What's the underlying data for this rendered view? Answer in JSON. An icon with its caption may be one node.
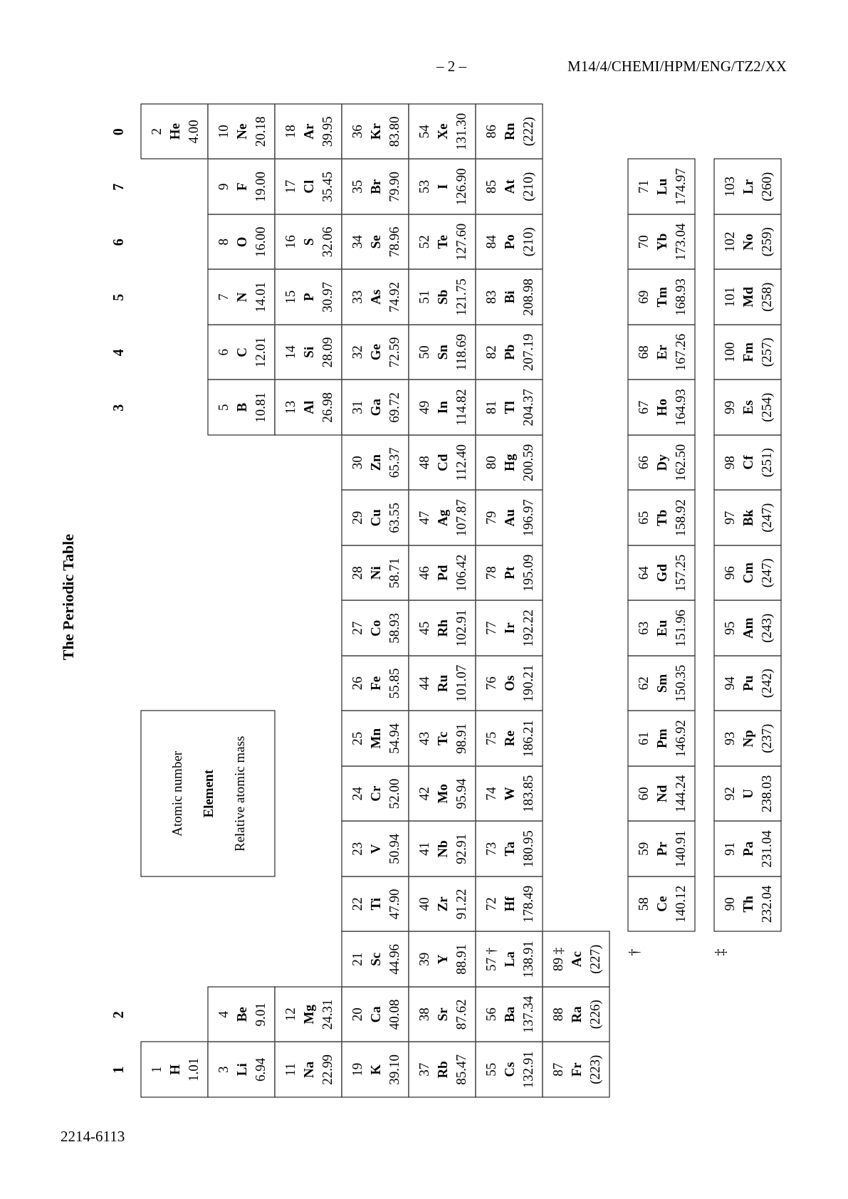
{
  "diagram": {
    "title": "The Periodic Table",
    "nodes": [
      {
        "text": [
          "1",
          "H",
          "1.01"
        ]
      },
      {
        "text": [
          "Atomic number",
          "Element",
          "Relative atomic mass"
        ]
      },
      {
        "text": [
          "2",
          "He",
          "4.00"
        ]
      },
      {
        "text": [
          "3",
          "Li",
          "6.94"
        ]
      },
      {
        "text": [
          "4",
          "Be",
          "9.01"
        ]
      },
      {
        "text": [
          "5",
          "B",
          "10.81"
        ]
      },
      {
        "text": [
          "6",
          "C",
          "12.01"
        ]
      },
      {
        "text": [
          "7",
          "N",
          "14.01"
        ]
      },
      {
        "text": [
          "8",
          "O",
          "16.00"
        ]
      },
      {
        "text": [
          "9",
          "F",
          "19.00"
        ]
      },
      {
        "text": [
          "10",
          "Ne",
          "20.18"
        ]
      },
      {
        "text": [
          "11",
          "Na",
          "22.99"
        ]
      },
      {
        "text": [
          "12",
          "Mg",
          "24.31"
        ]
      },
      {
        "text": [
          "13",
          "Al",
          "26.98"
        ]
      },
      {
        "text": [
          "14",
          "Si",
          "28.09"
        ]
      },
      {
        "text": [
          "15",
          "P",
          "30.97"
        ]
      },
      {
        "text": [
          "16",
          "S",
          "32.06"
        ]
      },
      {
        "text": [
          "17",
          "Cl",
          "35.45"
        ]
      },
      {
        "text": [
          "18",
          "Ar",
          "39.95"
        ]
      },
      {
        "text": [
          "19",
          "K",
          "39.10"
        ]
      },
      {
        "text": [
          "20",
          "Ca",
          "40.08"
        ]
      },
      {
        "text": [
          "21",
          "Sc",
          "44.96"
        ]
      },
      {
        "text": [
          "22",
          "Ti",
          "47.90"
        ]
      },
      {
        "text": [
          "23",
          "V",
          "50.94"
        ]
      },
      {
        "text": [
          "24",
          "Cr",
          "52.00"
        ]
      },
      {
        "text": [
          "25",
          "Mn",
          "54.94"
        ]
      },
      {
        "text": [
          "26",
          "Fe",
          "55.85"
        ]
      },
      {
        "text": [
          "27",
          "Co",
          "58.93"
        ]
      },
      {
        "text": [
          "28",
          "Ni",
          "58.71"
        ]
      },
      {
        "text": [
          "29",
          "Cu",
          "63.55"
        ]
      },
      {
        "text": [
          "30",
          "Zn",
          "65.37"
        ]
      },
      {
        "text": [
          "31",
          "Ga",
          "69.72"
        ]
      },
      {
        "text": [
          "32",
          "Ge",
          "72.59"
        ]
      },
      {
        "text": [
          "33",
          "As",
          "74.92"
        ]
      },
      {
        "text": [
          "34",
          "Se",
          "78.96"
        ]
      },
      {
        "text": [
          "35",
          "Br",
          "79.90"
        ]
      },
      {
        "text": [
          "36",
          "Kr",
          "83.80"
        ]
      },
      {
        "text": [
          "37",
          "Rb",
          "85.47"
        ]
      },
      {
        "text": [
          "38",
          "Sr",
          "87.62"
        ]
      },
      {
        "text": [
          "39",
          "Y",
          "88.91"
        ]
      },
      {
        "text": [
          "40",
          "Zr",
          "91.22"
        ]
      },
      {
        "text": [
          "41",
          "Nb",
          "92.91"
        ]
      },
      {
        "text": [
          "42",
          "Mo",
          "95.94"
        ]
      },
      {
        "text": [
          "43",
          "Tc",
          "98.91"
        ]
      },
      {
        "text": [
          "44",
          "Ru",
          "101.07"
        ]
      },
      {
        "text": [
          "45",
          "Rh",
          "102.91"
        ]
      },
      {
        "text": [
          "46",
          "Pd",
          "106.42"
        ]
      },
      {
        "text": [
          "47",
          "Ag",
          "107.87"
        ]
      },
      {
        "text": [
          "48",
          "Cd",
          "112.40"
        ]
      },
      {
        "text": [
          "49",
          "In",
          "114.82"
        ]
      },
      {
        "text": [
          "50",
          "Sn",
          "118.69"
        ]
      },
      {
        "text": [
          "51",
          "Sb",
          "121.75"
        ]
      },
      {
        "text": [
          "52",
          "Te",
          "127.60"
        ]
      },
      {
        "text": [
          "53",
          "I",
          "126.90"
        ]
      },
      {
        "text": [
          "54",
          "Xe",
          "131.30"
        ]
      },
      {
        "text": [
          "55",
          "Cs",
          "132.91"
        ]
      },
      {
        "text": [
          "56",
          "Ba",
          "137.34"
        ]
      },
      {
        "text": [
          "57 †",
          "La",
          "138.91"
        ]
      },
      {
        "text": [
          "72",
          "Hf",
          "178.49"
        ]
      },
      {
        "text": [
          "73",
          "Ta",
          "180.95"
        ]
      },
      {
        "text": [
          "74",
          "W",
          "183.85"
        ]
      },
      {
        "text": [
          "75",
          "Re",
          "186.21"
        ]
      },
      {
        "text": [
          "76",
          "Os",
          "190.21"
        ]
      },
      {
        "text": [
          "77",
          "Ir",
          "192.22"
        ]
      },
      {
        "text": [
          "78",
          "Pt",
          "195.09"
        ]
      },
      {
        "text": [
          "79",
          "Au",
          "196.97"
        ]
      },
      {
        "text": [
          "80",
          "Hg",
          "200.59"
        ]
      },
      {
        "text": [
          "81",
          "Tl",
          "204.37"
        ]
      },
      {
        "text": [
          "82",
          "Pb",
          "207.19"
        ]
      },
      {
        "text": [
          "83",
          "Bi",
          "208.98"
        ]
      },
      {
        "text": [
          "84",
          "Po",
          "(210)"
        ]
      },
      {
        "text": [
          "85",
          "At",
          "(210)"
        ]
      },
      {
        "text": [
          "86",
          "Rn",
          "(222)"
        ]
      },
      {
        "text": [
          "87",
          "Fr",
          "(223)"
        ]
      },
      {
        "text": [
          "88",
          "Ra",
          "(226)"
        ]
      },
      {
        "text": [
          "89 ‡",
          "Ac",
          "(227)"
        ]
      },
      {
        "text": [
          "58",
          "Ce",
          "140.12"
        ]
      },
      {
        "text": [
          "59",
          "Pr",
          "140.91"
        ]
      },
      {
        "text": [
          "60",
          "Nd",
          "144.24"
        ]
      },
      {
        "text": [
          "61",
          "Pm",
          "146.92"
        ]
      },
      {
        "text": [
          "62",
          "Sm",
          "150.35"
        ]
      },
      {
        "text": [
          "63",
          "Eu",
          "151.96"
        ]
      },
      {
        "text": [
          "64",
          "Gd",
          "157.25"
        ]
      },
      {
        "text": [
          "65",
          "Tb",
          "158.92"
        ]
      },
      {
        "text": [
          "66",
          "Dy",
          "162.50"
        ]
      },
      {
        "text": [
          "67",
          "Ho",
          "164.93"
        ]
      },
      {
        "text": [
          "68",
          "Er",
          "167.26"
        ]
      },
      {
        "text": [
          "69",
          "Tm",
          "168.93"
        ]
      },
      {
        "text": [
          "70",
          "Yb",
          "173.04"
        ]
      },
      {
        "text": [
          "71",
          "Lu",
          "174.97"
        ]
      },
      {
        "text": [
          "90",
          "Th",
          "232.04"
        ]
      },
      {
        "text": [
          "91",
          "Pa",
          "231.04"
        ]
      },
      {
        "text": [
          "92",
          "U",
          "238.03"
        ]
      },
      {
        "text": [
          "93",
          "Np",
          "(237)"
        ]
      },
      {
        "text": [
          "94",
          "Pu",
          "(242)"
        ]
      },
      {
        "text": [
          "95",
          "Am",
          "(243)"
        ]
      },
      {
        "text": [
          "96",
          "Cm",
          "(247)"
        ]
      },
      {
        "text": [
          "97",
          "Bk",
          "(247)"
        ]
      },
      {
        "text": [
          "98",
          "Cf",
          "(251)"
        ]
      },
      {
        "text": [
          "99",
          "Es",
          "(254)"
        ]
      },
      {
        "text": [
          "100",
          "Fm",
          "(257)"
        ]
      },
      {
        "text": [
          "101",
          "Md",
          "(258)"
        ]
      },
      {
        "text": [
          "102",
          "No",
          "(259)"
        ]
      },
      {
        "text": [
          "103",
          "Lr",
          "(260)"
        ]
      }
    ],
    "labels": [
      "– 2 –",
      "M14/4/CHEMI/HPM/ENG/TZ2/XX",
      "1",
      "2",
      "3",
      "4",
      "5",
      "6",
      "7",
      "0",
      "†",
      "‡",
      "2214-6113"
    ]
  }
}
